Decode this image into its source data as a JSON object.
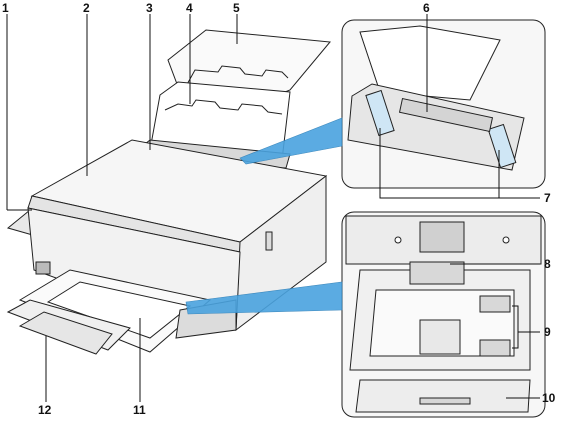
{
  "callouts": [
    {
      "id": "1",
      "label": "1"
    },
    {
      "id": "2",
      "label": "2"
    },
    {
      "id": "3",
      "label": "3"
    },
    {
      "id": "4",
      "label": "4"
    },
    {
      "id": "5",
      "label": "5"
    },
    {
      "id": "6",
      "label": "6"
    },
    {
      "id": "7",
      "label": "7"
    },
    {
      "id": "8",
      "label": "8"
    },
    {
      "id": "9",
      "label": "9"
    },
    {
      "id": "10",
      "label": "10"
    },
    {
      "id": "11",
      "label": "11"
    },
    {
      "id": "12",
      "label": "12"
    }
  ],
  "colors": {
    "line": "#111111",
    "pointer_fill": "#4aa3df",
    "pointer_stroke": "#2d7fb8",
    "body": "#f4f4f4",
    "outline": "#222222"
  },
  "icons": [
    "power-icon",
    "wifi-icon",
    "touchscreen-icon",
    "card-slot-icon"
  ]
}
